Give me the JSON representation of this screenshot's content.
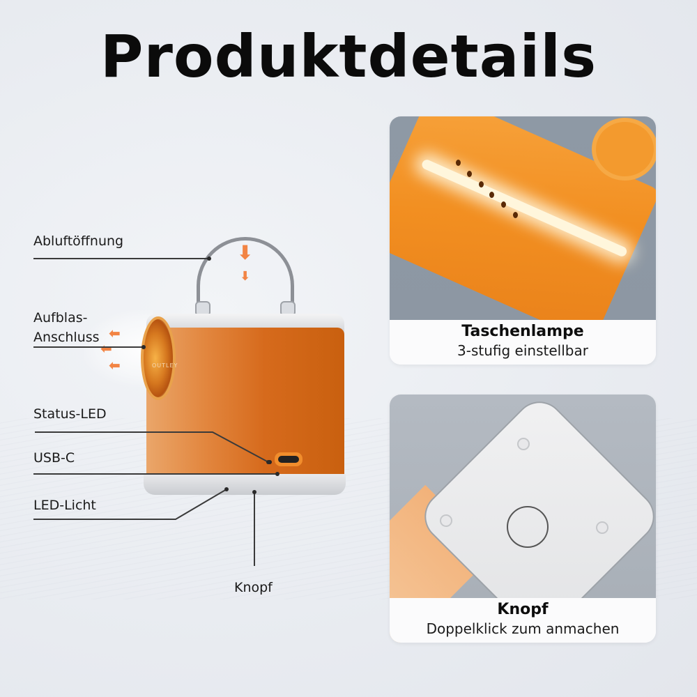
{
  "header": {
    "title": "Produktdetails"
  },
  "diagram": {
    "callouts": [
      {
        "id": "abluft",
        "label": "Abluftöffnung"
      },
      {
        "id": "aufblas",
        "label_line1": "Aufblas-",
        "label_line2": "Anschluss"
      },
      {
        "id": "status-led",
        "label": "Status-LED"
      },
      {
        "id": "usbc",
        "label": "USB-C"
      },
      {
        "id": "led-licht",
        "label": "LED-Licht"
      },
      {
        "id": "knopf",
        "label": "Knopf"
      }
    ],
    "device": {
      "brand_text": "OUTLEY",
      "body_color": "#e07a2a",
      "shell_color": "#e6e7e9"
    },
    "arrow_glyph": "⬇",
    "arrow_left_glyph": "⬅"
  },
  "cards": [
    {
      "title": "Taschenlampe",
      "subtitle": "3-stufig einstellbar"
    },
    {
      "title": "Knopf",
      "subtitle": "Doppelklick zum anmachen"
    }
  ],
  "colors": {
    "accent_orange": "#f28f21",
    "text_dark": "#0d0d0d",
    "background": "#eceef2"
  }
}
